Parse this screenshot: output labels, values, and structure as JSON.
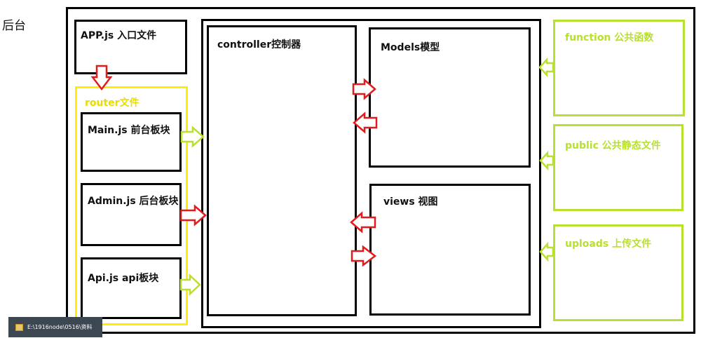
{
  "title": "后台",
  "boxes": {
    "app": "APP.js 入口文件",
    "router": "router文件",
    "main": "Main.js 前台板块",
    "admin": "Admin.js 后台板块",
    "api": "Api.js api板块",
    "controller": "controller控制器",
    "models": "Models模型",
    "views": "views 视图",
    "function": "function 公共函数",
    "public": "public 公共静态文件",
    "uploads": "uploads 上传文件"
  },
  "taskbar": {
    "path": "E:\\1916node\\0516\\资料"
  },
  "colors": {
    "black": "#000000",
    "yellow": "#ffee00",
    "green": "#b8e02e",
    "red": "#e31b1b"
  }
}
